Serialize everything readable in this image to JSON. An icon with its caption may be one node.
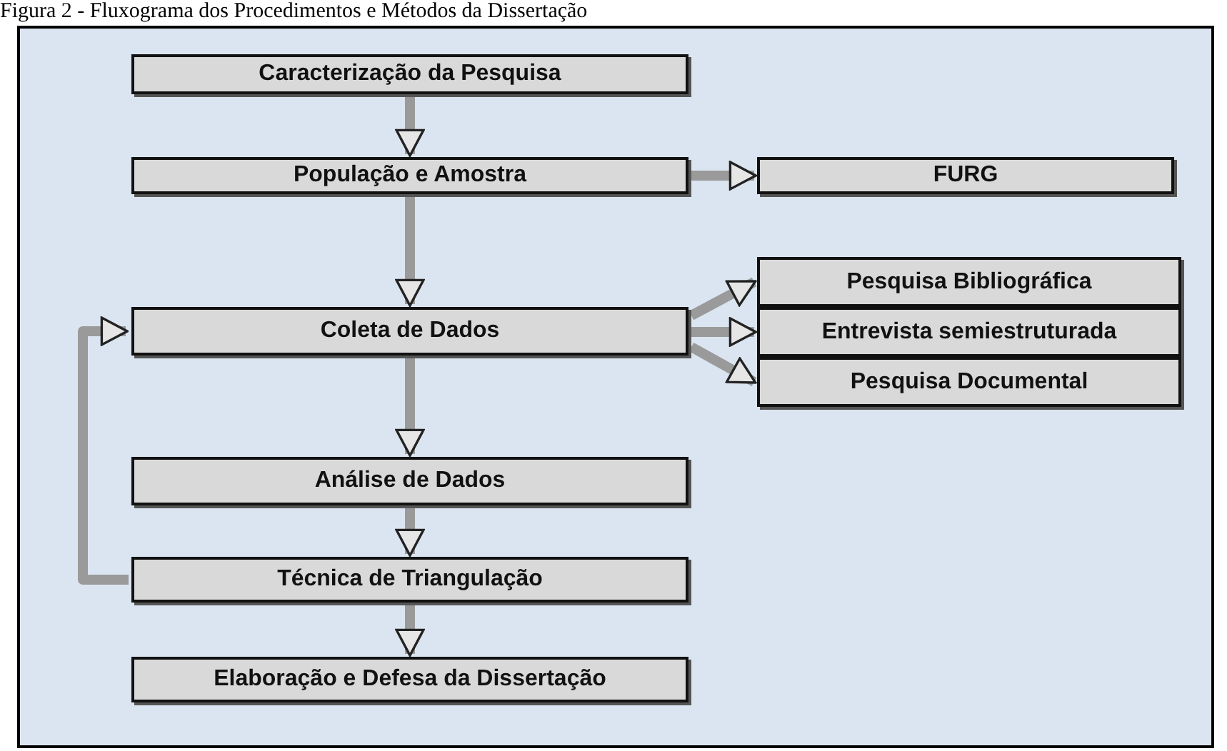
{
  "diagram": {
    "title": "Figura 2 - Fluxograma dos Procedimentos e Métodos da Dissertação",
    "nodes": [
      {
        "text": [
          "Caracterização da Pesquisa"
        ]
      },
      {
        "text": [
          "População e Amostra"
        ]
      },
      {
        "text": [
          "FURG"
        ]
      },
      {
        "text": [
          "Coleta de Dados"
        ]
      },
      {
        "text": [
          "Pesquisa Bibliográfica"
        ]
      },
      {
        "text": [
          "Entrevista semiestruturada"
        ]
      },
      {
        "text": [
          "Pesquisa Documental"
        ]
      },
      {
        "text": [
          "Análise de Dados"
        ]
      },
      {
        "text": [
          "Técnica de Triangulação"
        ]
      },
      {
        "text": [
          "Elaboração e Defesa da Dissertação"
        ]
      }
    ],
    "edges": [
      {
        "from": 0,
        "to": 1,
        "arrow": "to"
      },
      {
        "from": 1,
        "to": 2,
        "arrow": "to"
      },
      {
        "from": 1,
        "to": 3,
        "arrow": "to"
      },
      {
        "from": 3,
        "to": 4,
        "arrow": "to"
      },
      {
        "from": 3,
        "to": 5,
        "arrow": "to"
      },
      {
        "from": 3,
        "to": 6,
        "arrow": "to"
      },
      {
        "from": 3,
        "to": 7,
        "arrow": "to"
      },
      {
        "from": 7,
        "to": 8,
        "arrow": "to"
      },
      {
        "from": 8,
        "to": 3,
        "arrow": "to"
      },
      {
        "from": 8,
        "to": 9,
        "arrow": "to"
      }
    ]
  }
}
